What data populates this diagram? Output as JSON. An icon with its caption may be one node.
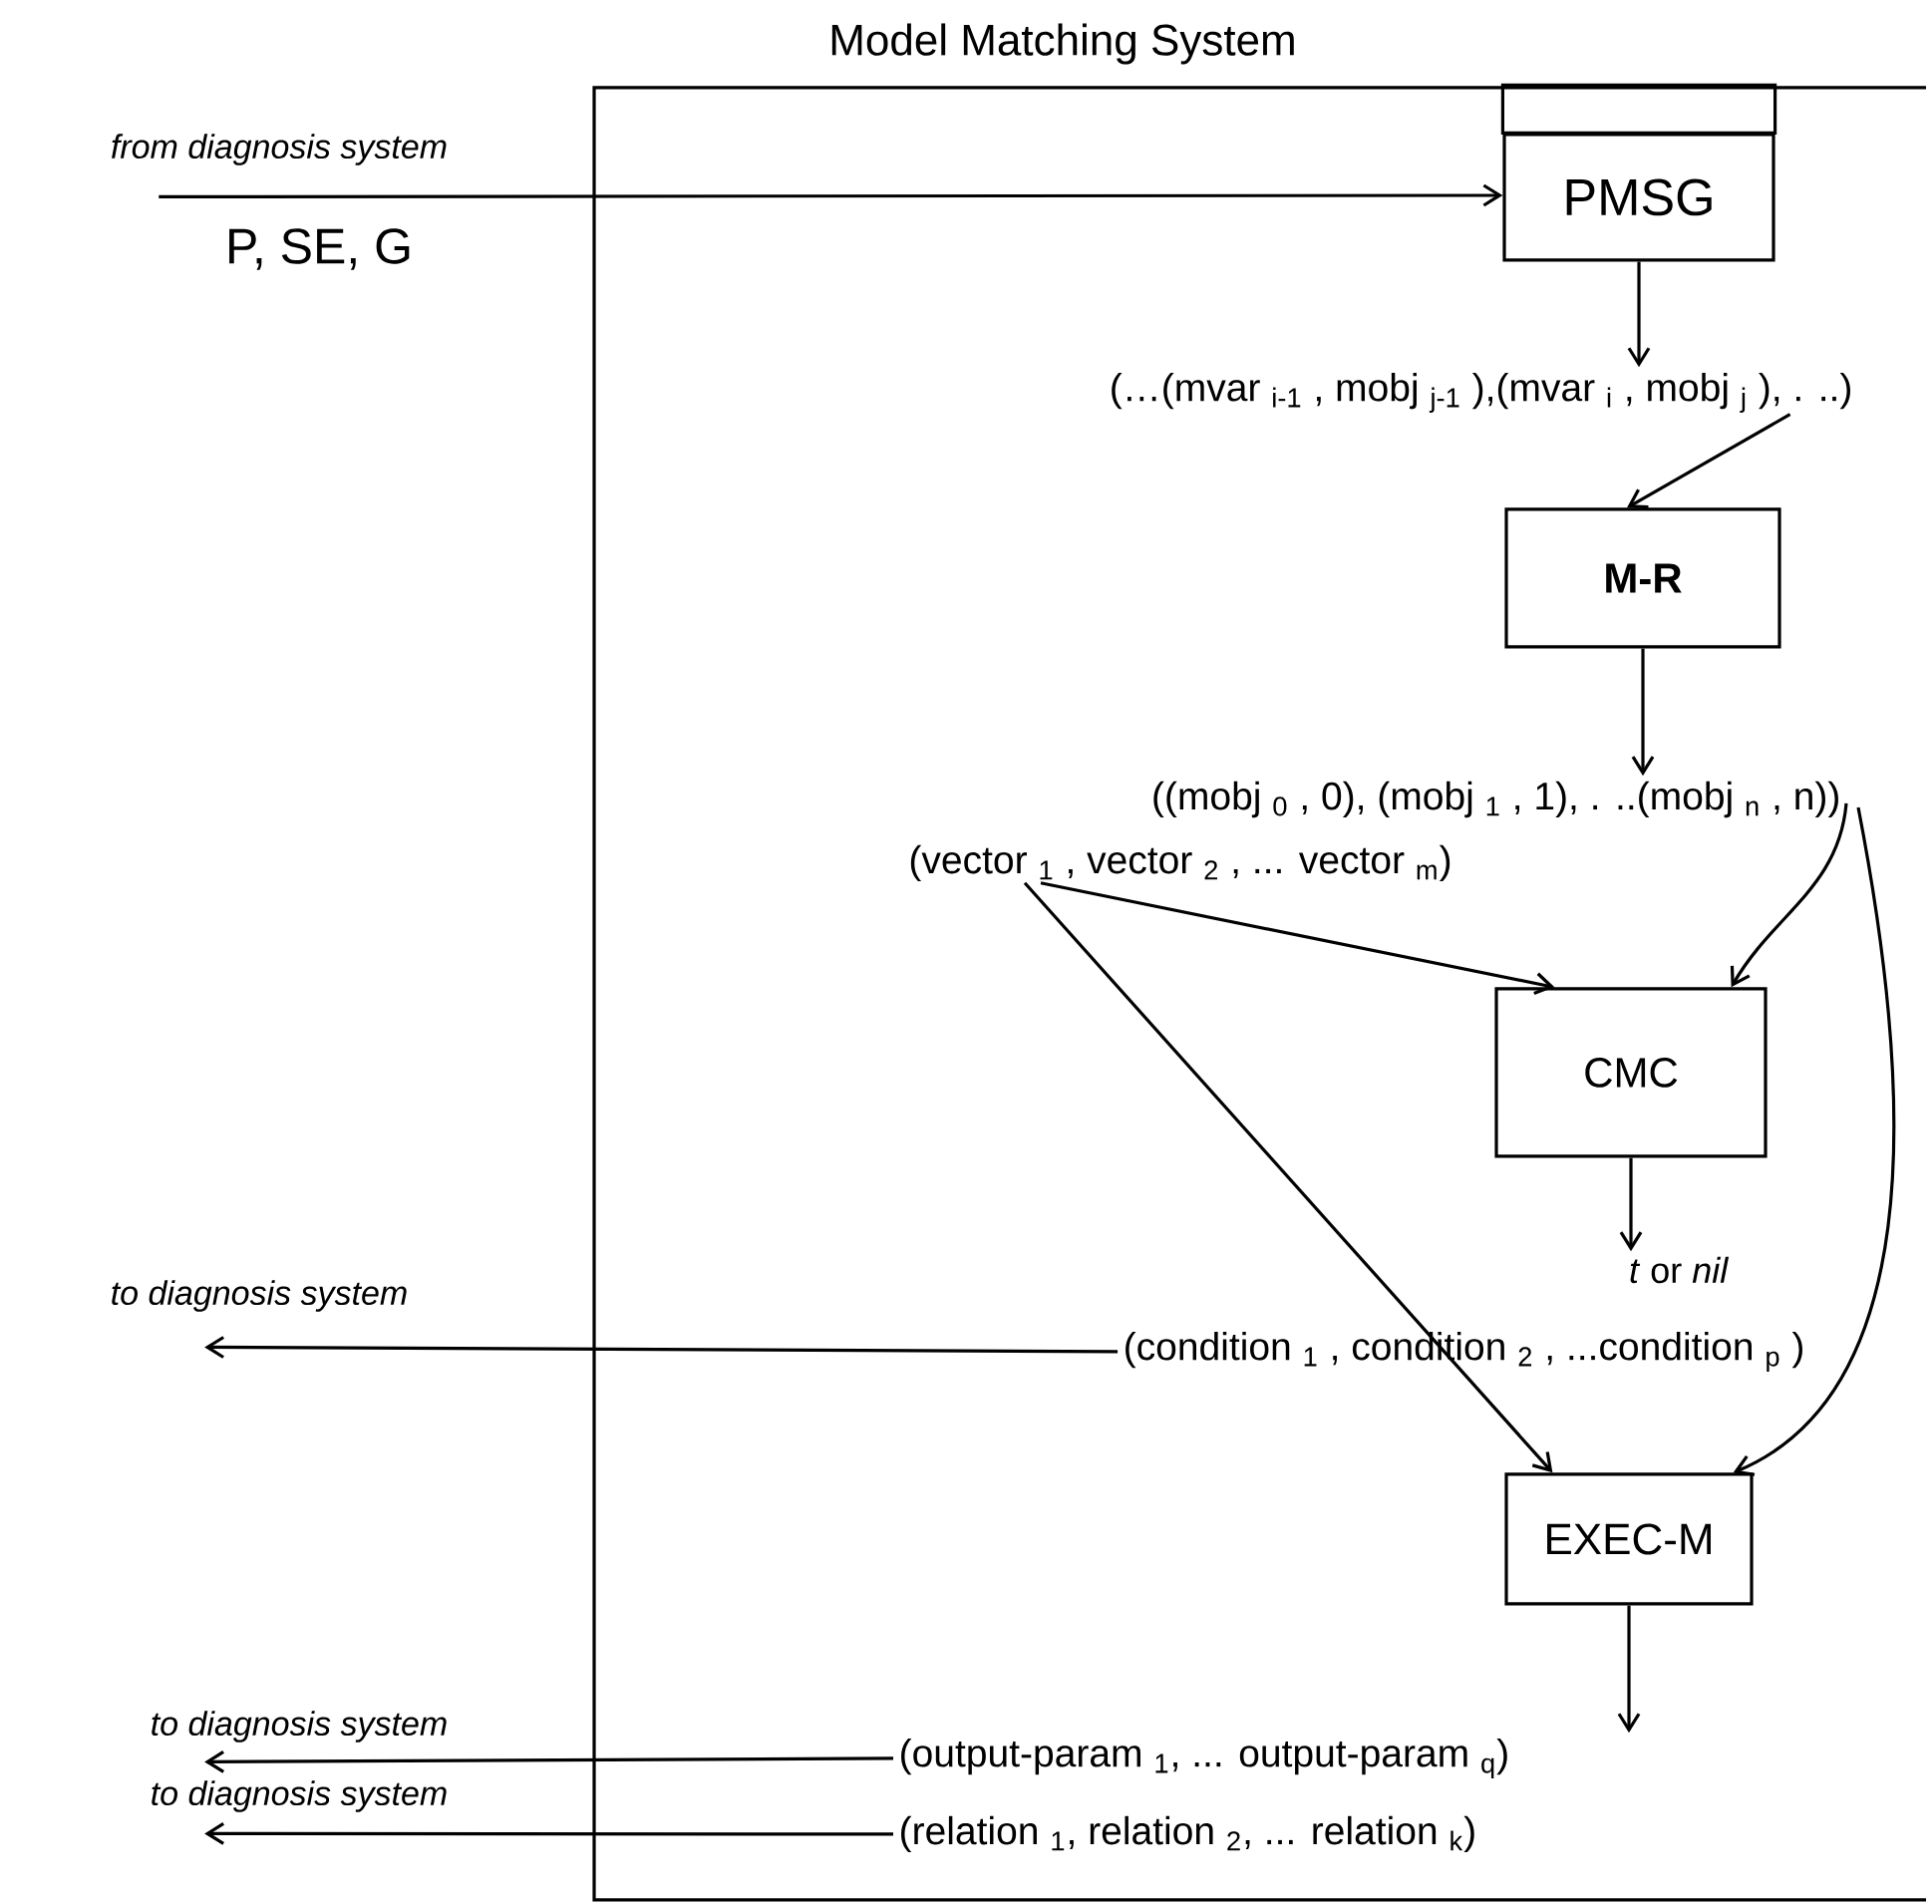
{
  "diagram": {
    "nodes": [
      {
        "text": [
          "Model Matching System"
        ]
      },
      {
        "text": [
          "PMSG"
        ],
        "in": 0
      },
      {
        "text": [
          "(…(mvar $_{i-1}$ , mobj $_{j-1}$ ),(mvar $_{i}$ , mobj $_{j}$ ), . ..)"
        ],
        "in": 0
      },
      {
        "text": [
          "M-R"
        ],
        "in": 0
      },
      {
        "text": [
          "((mobj $_{0}$ , 0), (mobj $_{1}$ , 1), . ..(mobj $_{n}$ , n))"
        ],
        "in": 0
      },
      {
        "text": [
          "(vector $_{1}$ , vector $_{2}$ , ... vector $_{m}$)"
        ],
        "in": 0
      },
      {
        "text": [
          "CMC"
        ],
        "in": 0
      },
      {
        "text": [
          "*t* or *nil*"
        ],
        "in": 0
      },
      {
        "text": [
          "(condition $_{1}$ , condition $_{2}$ , ...condition $_{p}$ )"
        ],
        "in": 0
      },
      {
        "text": [
          "EXEC-M"
        ],
        "in": 0
      },
      {
        "text": [
          "(output-param $_{1}$, ... output-param $_{q}$)"
        ],
        "in": 0
      },
      {
        "text": [
          "(relation $_{1}$, relation $_{2}$, ... relation $_{k}$)"
        ],
        "in": 0
      },
      {
        "text": [
          "from diagnosis system"
        ]
      },
      {
        "text": [
          "to diagnosis system"
        ]
      },
      {
        "text": [
          "to diagnosis system"
        ]
      },
      {
        "text": [
          "to diagnosis system"
        ]
      }
    ],
    "edges": [
      {
        "from": 12,
        "to": 1,
        "arrow": "to",
        "label": "P, SE, G"
      },
      {
        "from": 1,
        "to": 2,
        "arrow": "to"
      },
      {
        "from": 2,
        "to": 3,
        "arrow": "to"
      },
      {
        "from": 3,
        "to": 4,
        "arrow": "to"
      },
      {
        "from": 5,
        "to": 6,
        "arrow": "to"
      },
      {
        "from": 4,
        "to": 6,
        "arrow": "to"
      },
      {
        "from": 6,
        "to": 7,
        "arrow": "to"
      },
      {
        "from": 5,
        "to": 9,
        "arrow": "to"
      },
      {
        "from": 4,
        "to": 9,
        "arrow": "to"
      },
      {
        "from": 9,
        "to": 10,
        "arrow": "to"
      },
      {
        "from": 8,
        "to": 13,
        "arrow": "to"
      },
      {
        "from": 10,
        "to": 14,
        "arrow": "to"
      },
      {
        "from": 11,
        "to": 15,
        "arrow": "to"
      }
    ]
  }
}
